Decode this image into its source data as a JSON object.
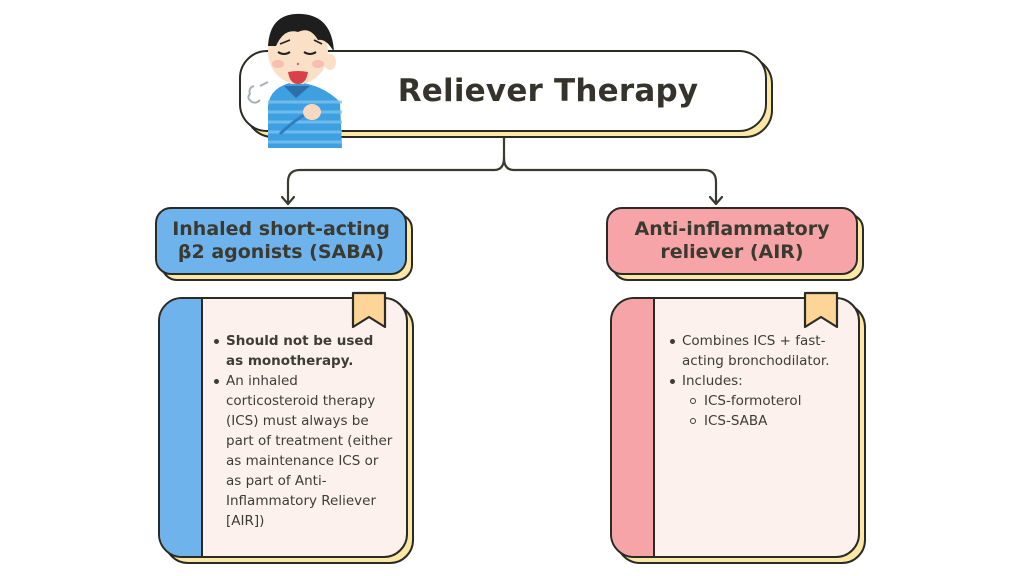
{
  "title": "Reliever Therapy",
  "illustration": "person-short-of-breath-icon",
  "colors": {
    "saba_accent": "#6fb3ec",
    "air_accent": "#f6a4a8",
    "card_background": "#fcf1ec",
    "shadow_yellow": "#fbe7a6",
    "bookmark": "#fdd597",
    "outline": "#2b2b25"
  },
  "branches": [
    {
      "header_line1": "Inhaled short-acting",
      "header_line2": "β2 agonists (SABA)",
      "bullets": [
        {
          "text": "Should not be used as monotherapy.",
          "bold": true
        },
        {
          "text": "An inhaled corticosteroid therapy (ICS) must always be part of treatment (either as maintenance ICS or as part of Anti-Inflammatory Reliever [AIR])",
          "bold": false
        }
      ]
    },
    {
      "header_line1": "Anti-inflammatory",
      "header_line2": "reliever (AIR)",
      "bullets": [
        {
          "text": "Combines ICS + fast-acting bronchodilator."
        },
        {
          "text": "Includes:"
        }
      ],
      "sub_bullets": [
        "ICS-formoterol",
        "ICS-SABA"
      ]
    }
  ]
}
